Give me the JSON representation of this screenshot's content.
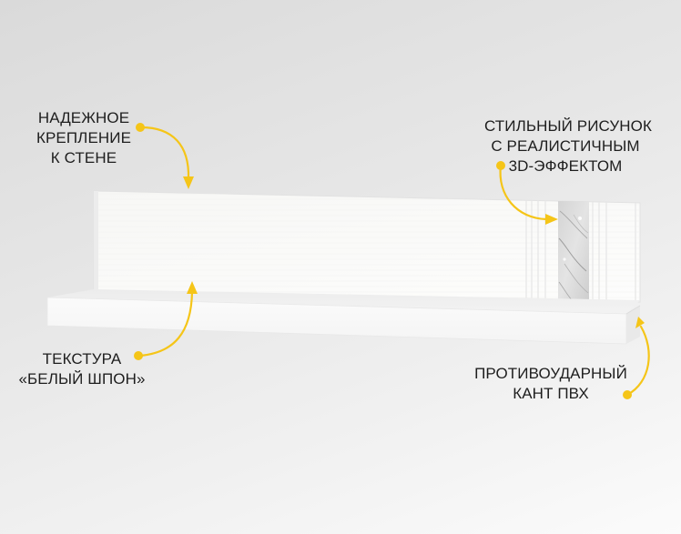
{
  "colors": {
    "accent": "#f5c518",
    "text": "#1e1e1e",
    "shelf_white": "#fafafa",
    "marble_base": "#c9c9c9"
  },
  "product": {
    "name": "wall-shelf",
    "insert": "marble-pattern"
  },
  "callouts": {
    "mounting": {
      "lines": [
        "НАДЕЖНОЕ",
        "КРЕПЛЕНИЕ",
        "К СТЕНЕ"
      ]
    },
    "pattern": {
      "lines": [
        "СТИЛЬНЫЙ РИСУНОК",
        "С РЕАЛИСТИЧНЫМ",
        "3D-ЭФФЕКТОМ"
      ]
    },
    "texture": {
      "lines": [
        "ТЕКСТУРА",
        "«БЕЛЫЙ ШПОН»"
      ]
    },
    "edge": {
      "lines": [
        "ПРОТИВОУДАРНЫЙ",
        "КАНТ ПВХ"
      ]
    }
  }
}
